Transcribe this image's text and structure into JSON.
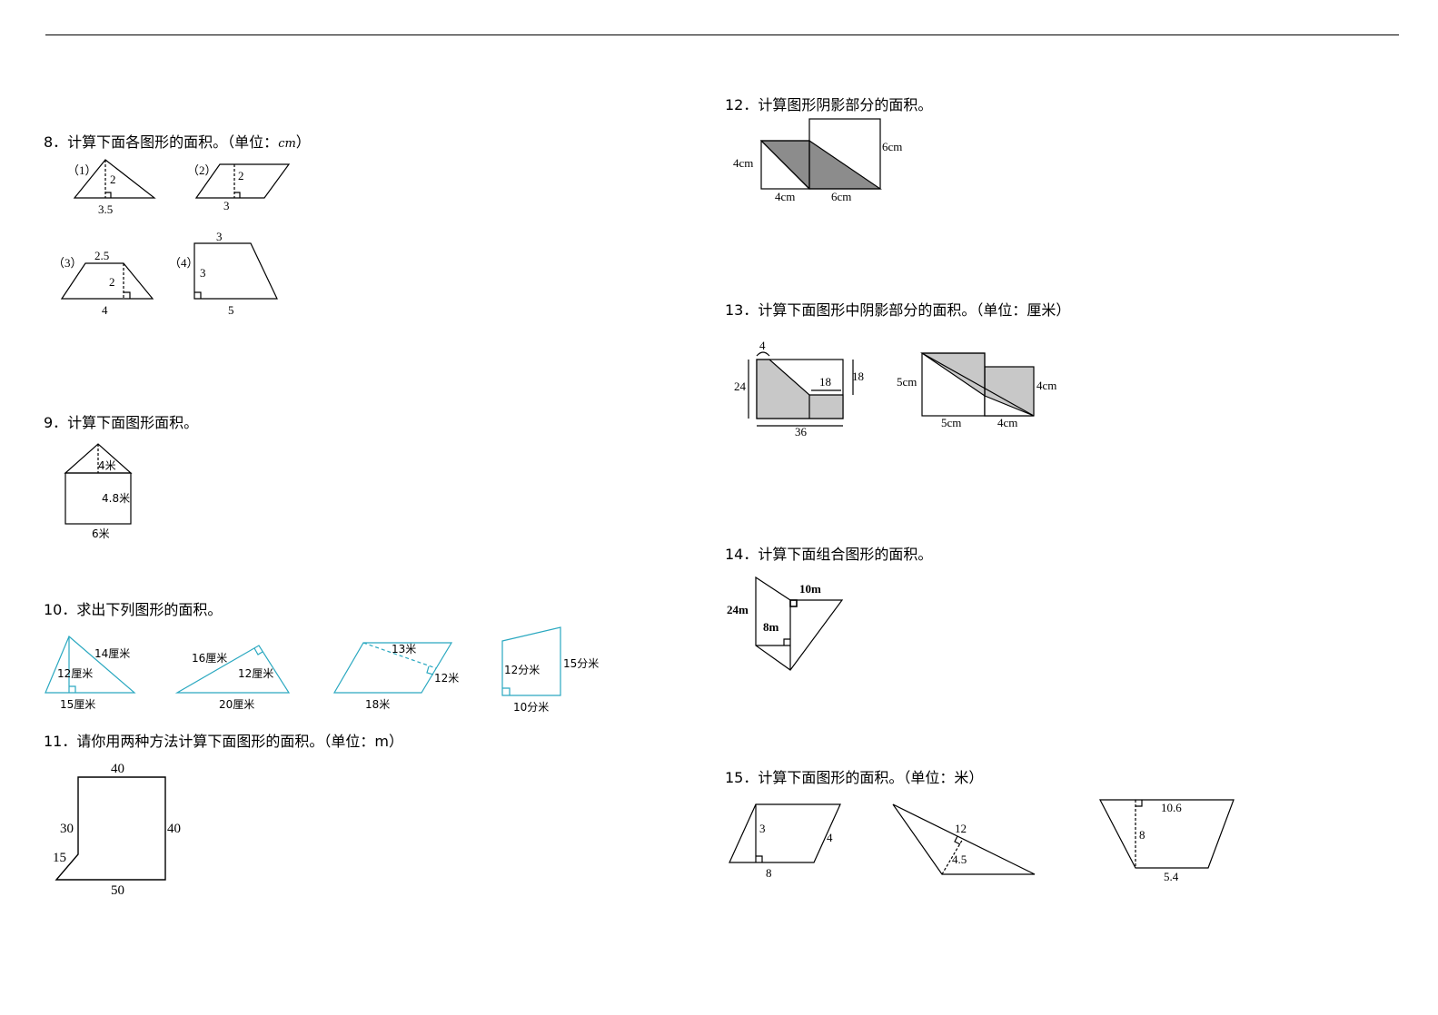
{
  "questions": {
    "q8": {
      "text": "8．计算下面各图形的面积。（单位：",
      "unit": "cm",
      "close": "）"
    },
    "q9": {
      "text": "9．计算下面图形面积。"
    },
    "q10": {
      "text": "10．求出下列图形的面积。"
    },
    "q11": {
      "text": "11．请你用两种方法计算下面图形的面积。（单位：m）"
    },
    "q12": {
      "text": "12．计算图形阴影部分的面积。"
    },
    "q13": {
      "text": "13．计算下面图形中阴影部分的面积。（单位：厘米）"
    },
    "q14": {
      "text": "14．计算下面组合图形的面积。"
    },
    "q15": {
      "text": "15．计算下面图形的面积。（单位：米）"
    }
  },
  "figures": {
    "q8": {
      "fig1": {
        "tag": "（1）",
        "h": "2",
        "b": "3.5"
      },
      "fig2": {
        "tag": "（2）",
        "h": "2",
        "b": "3"
      },
      "fig3": {
        "tag": "（3）",
        "top": "2.5",
        "h": "2",
        "b": "4"
      },
      "fig4": {
        "tag": "（4）",
        "top": "3",
        "h": "3",
        "b": "5"
      }
    },
    "q9": {
      "tri_h": "4米",
      "rect_h": "4.8米",
      "w": "6米"
    },
    "q10": {
      "fig1": {
        "side": "14厘米",
        "h": "12厘米",
        "b": "15厘米"
      },
      "fig2": {
        "a": "16厘米",
        "h": "12厘米",
        "b": "20厘米"
      },
      "fig3": {
        "diag": "13米",
        "h": "12米",
        "b": "18米"
      },
      "fig4": {
        "left": "12分米",
        "right": "15分米",
        "b": "10分米"
      }
    },
    "q11": {
      "top": "40",
      "left": "30",
      "right": "40",
      "slant": "15",
      "bottom": "50"
    },
    "q12": {
      "left_h": "4cm",
      "right_h": "6cm",
      "w1": "4cm",
      "w2": "6cm"
    },
    "q13": {
      "fig1": {
        "notch": "4",
        "h": "24",
        "step_w": "18",
        "step_h": "18",
        "w": "36"
      },
      "fig2": {
        "h1": "5cm",
        "h2": "4cm",
        "w1": "5cm",
        "w2": "4cm"
      }
    },
    "q14": {
      "top": "10m",
      "left": "24m",
      "mid": "8m"
    },
    "q15": {
      "fig1": {
        "h": "3",
        "side": "4",
        "b": "8"
      },
      "fig2": {
        "b": "12",
        "h": "4.5"
      },
      "fig3": {
        "top": "10.6",
        "h": "8",
        "b": "5.4"
      }
    }
  },
  "colors": {
    "shade_dark": "#8c8c8c",
    "shade_light": "#c8c8c8",
    "teal": "#2aa8c0"
  }
}
